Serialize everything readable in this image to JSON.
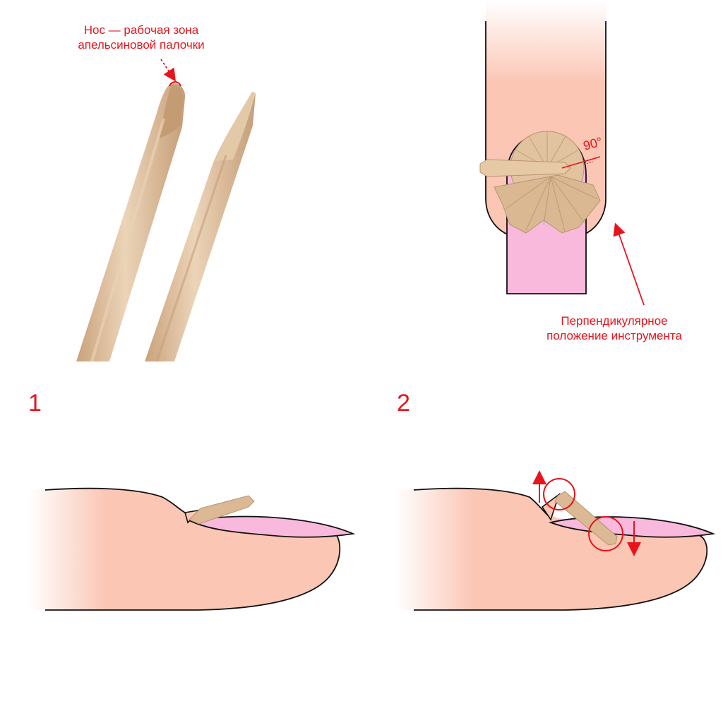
{
  "labels": {
    "nose_line1": "Нос — рабочая зона",
    "nose_line2": "апельсиновой палочки",
    "perp_line1": "Перпендикулярное",
    "perp_line2": "положение инструмента",
    "angle": "90°",
    "step1": "1",
    "step2": "2"
  },
  "colors": {
    "annotation": "#e8141b",
    "skin": "#fbc6b4",
    "nail": "#f9b9dc",
    "wood": "#dcb995",
    "wood_dark": "#b89370",
    "outline": "#111111"
  }
}
